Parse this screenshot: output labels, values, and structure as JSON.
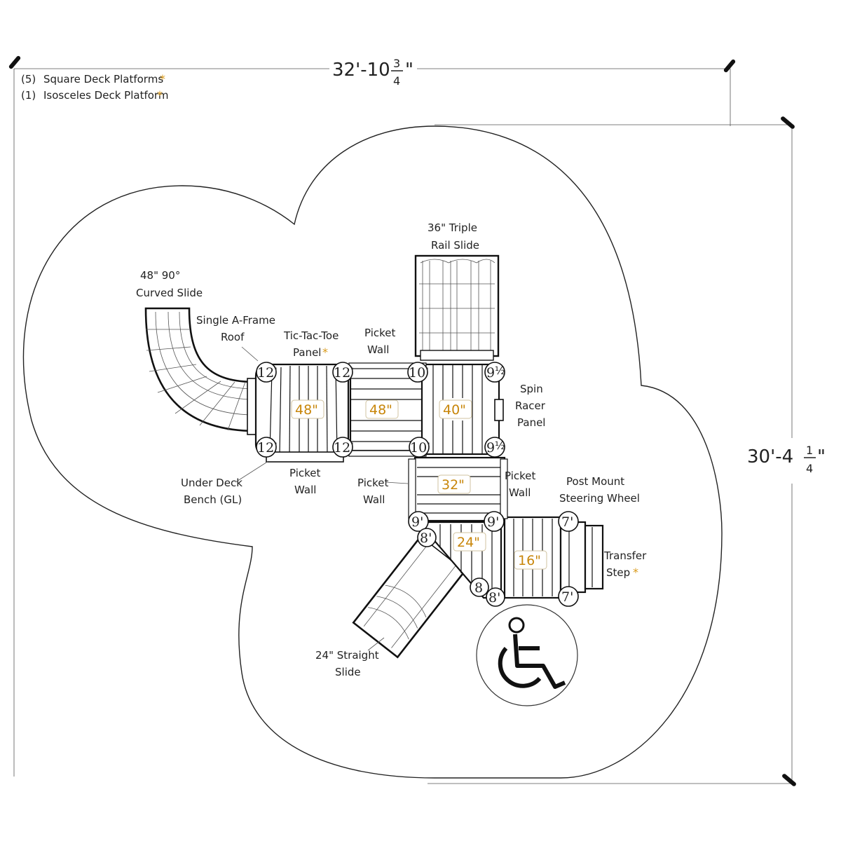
{
  "legend": [
    {
      "count": "(5)",
      "text": "Square Deck Platforms",
      "mark": "*"
    },
    {
      "count": "(1)",
      "text": "Isosceles Deck Platform",
      "mark": "*"
    }
  ],
  "dimensions": {
    "width": {
      "whole": "32'-10",
      "num": "3",
      "den": "4",
      "unit": "\""
    },
    "depth": {
      "whole": "30'-4",
      "num": "1",
      "den": "4",
      "unit": "\""
    }
  },
  "components": {
    "triple_slide": [
      "36\" Triple",
      "Rail Slide"
    ],
    "curved_slide": [
      "48\" 90°",
      "Curved Slide"
    ],
    "aframe_roof": [
      "Single A-Frame",
      "Roof"
    ],
    "tictactoe": [
      "Tic-Tac-Toe",
      "Panel"
    ],
    "picket_top": [
      "Picket",
      "Wall"
    ],
    "spin_racer": [
      "Spin",
      "Racer",
      "Panel"
    ],
    "bench": [
      "Under Deck",
      "Bench (GL)"
    ],
    "picket_bottom_left": [
      "Picket",
      "Wall"
    ],
    "picket_bottom_mid": [
      "Picket",
      "Wall"
    ],
    "picket_right": [
      "Picket",
      "Wall"
    ],
    "steering": [
      "Post Mount",
      "Steering Wheel"
    ],
    "transfer": [
      "Transfer",
      "Step"
    ],
    "straight_slide": [
      "24\" Straight",
      "Slide"
    ]
  },
  "deck_heights": [
    "48\"",
    "48\"",
    "40\"",
    "32\"",
    "24\"",
    "16\""
  ],
  "post_heights": {
    "p12a": "12'",
    "p12b": "12'",
    "p12c": "12'",
    "p12d": "12'",
    "p10a": "10'",
    "p10b": "10'",
    "p9half_a": "9",
    "p9half_b": "9",
    "half": "½",
    "p9a": "9'",
    "p9b": "9'",
    "p8a": "8'",
    "p8b": "8",
    "p8c": "8'",
    "p7a": "7'",
    "p7b": "7'"
  },
  "accessibility_icon": "wheelchair-icon",
  "colors": {
    "height_label": "#c8860a",
    "star": "#d99a1b"
  }
}
